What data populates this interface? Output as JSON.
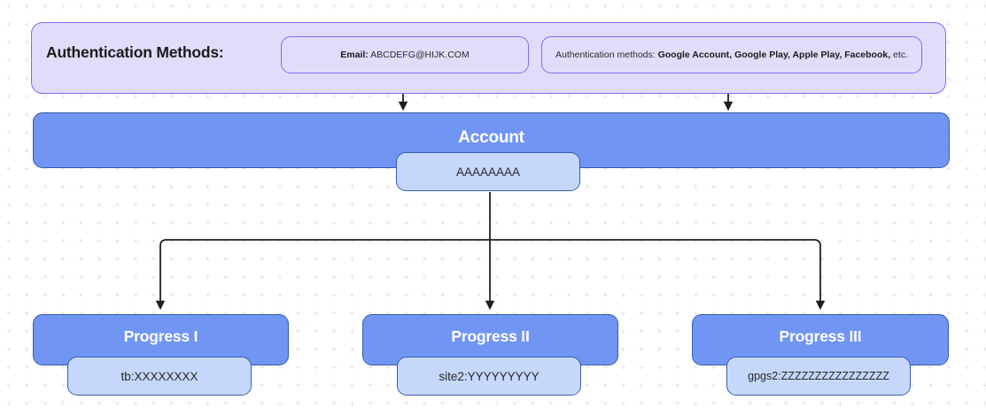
{
  "diagram": {
    "title_section": {
      "label": "Authentication Methods:",
      "pills": [
        {
          "name": "email-pill",
          "bold": "Email:",
          "rest": " ABCDEFG@HIJK.COM"
        },
        {
          "name": "methods-pill",
          "prefix": "Authentication methods: ",
          "bold": "Google Account, Google Play,  Apple Play, Facebook,",
          "suffix": " etc."
        }
      ]
    },
    "account": {
      "label": "Account",
      "value": "AAAAAAAA"
    },
    "progress": [
      {
        "label": "Progress I",
        "value": "tb:XXXXXXXX"
      },
      {
        "label": "Progress II",
        "value": "site2:YYYYYYYYY"
      },
      {
        "label": "Progress III",
        "value": "gpgs2:ZZZZZZZZZZZZZZZZ"
      }
    ],
    "colors": {
      "purple_fill": "#e2dcfb",
      "purple_border": "#7d6df2",
      "blue_fill": "#7095f2",
      "blue_border": "#3a5ca8",
      "light_blue_fill": "#c5d8fb",
      "arrow": "#1f1f1f",
      "grid_dot": "#e6e4ea",
      "text_dark": "#1b1b1b",
      "text_white": "#ffffff"
    }
  }
}
